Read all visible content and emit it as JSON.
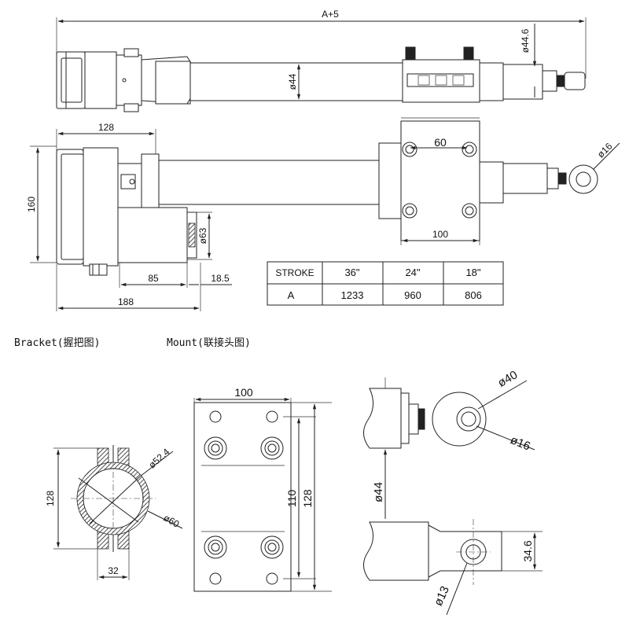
{
  "captions": {
    "bracket": "Bracket(握把图)",
    "mount": "Mount(联接头图)"
  },
  "top_view": {
    "overall": "A+5",
    "tube_dia": "ø44",
    "rod_dia": "ø44.6"
  },
  "side_view": {
    "width_128": "128",
    "height_160": "160",
    "motor_dia": "ø63",
    "dim_85": "85",
    "dim_18_5": "18.5",
    "total_188": "188",
    "bracket_60": "60",
    "bracket_100": "100",
    "eye_dia": "ø16"
  },
  "stroke_table": {
    "headers": [
      "STROKE",
      "36\"",
      "24\"",
      "18\""
    ],
    "rows": [
      [
        "A",
        "1233",
        "960",
        "806"
      ]
    ]
  },
  "bracket_view": {
    "inner_dia": "ø52.4",
    "outer_dia": "ø60",
    "height": "128",
    "width": "32"
  },
  "plate_view": {
    "width": "100",
    "inner_span": "110",
    "outer_span": "128"
  },
  "mount_view": {
    "eye_outer": "ø40",
    "eye_inner": "ø16",
    "tube_dia": "ø44",
    "tongue": "34.6",
    "hole_dia": "ø13"
  }
}
